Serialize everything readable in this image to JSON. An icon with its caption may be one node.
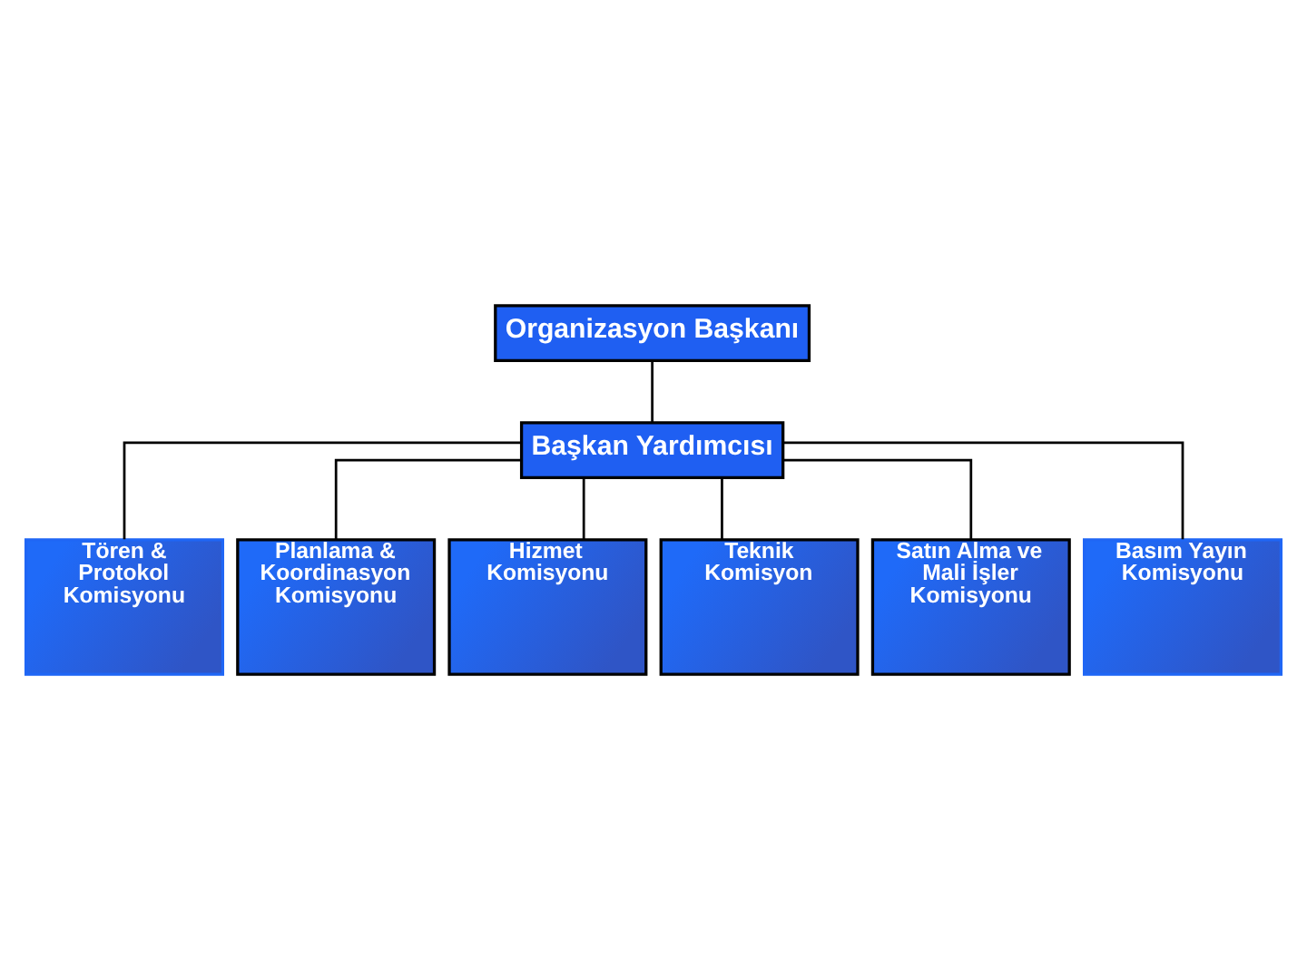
{
  "diagram": {
    "nodes": [
      {
        "text": [
          "Organizasyon Başkanı"
        ]
      },
      {
        "text": [
          "Başkan Yardımcısı"
        ]
      },
      {
        "text": [
          "Tören & Protokol Komisyonu"
        ]
      },
      {
        "text": [
          "Planlama & Koordinasyon Komisyonu"
        ]
      },
      {
        "text": [
          "Hizmet Komisyonu"
        ]
      },
      {
        "text": [
          "Teknik Komisyon"
        ]
      },
      {
        "text": [
          "Satın Alma ve Mali İşler Komisyonu"
        ]
      },
      {
        "text": [
          "Basım Yayın Komisyonu"
        ]
      }
    ],
    "edges": [
      {
        "from": 0,
        "to": 1,
        "arrow": "none"
      },
      {
        "from": 1,
        "to": 2,
        "arrow": "none"
      },
      {
        "from": 1,
        "to": 3,
        "arrow": "none"
      },
      {
        "from": 1,
        "to": 4,
        "arrow": "none"
      },
      {
        "from": 1,
        "to": 5,
        "arrow": "none"
      },
      {
        "from": 1,
        "to": 6,
        "arrow": "none"
      },
      {
        "from": 1,
        "to": 7,
        "arrow": "none"
      }
    ]
  }
}
